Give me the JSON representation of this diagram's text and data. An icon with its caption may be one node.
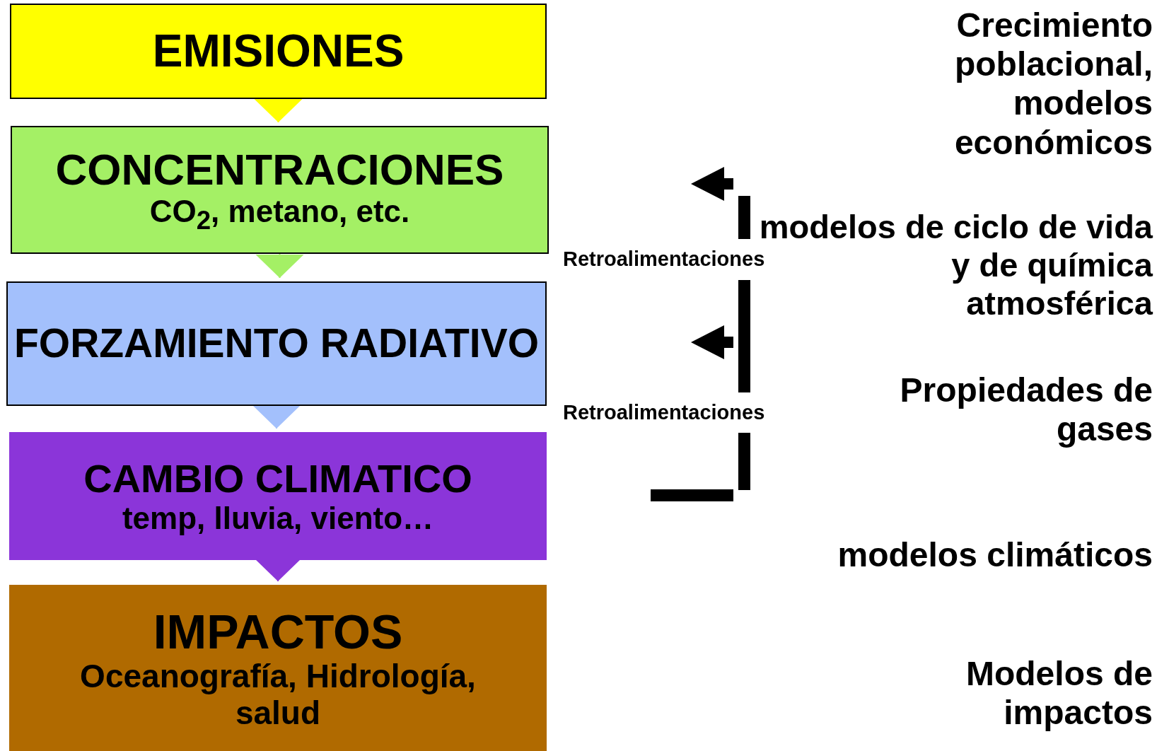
{
  "diagram": {
    "nodes": [
      {
        "text": [
          "EMISIONES"
        ]
      },
      {
        "text": [
          "CONCENTRACIONES",
          "CO$_{2}$, metano, etc."
        ]
      },
      {
        "text": [
          "FORZAMIENTO RADIATIVO"
        ]
      },
      {
        "text": [
          "CAMBIO CLIMATICO",
          "temp, lluvia, viento…"
        ]
      },
      {
        "text": [
          "IMPACTOS",
          "Oceanografía, Hidrología, salud"
        ]
      }
    ],
    "edges": [
      {
        "from": 0,
        "to": 1,
        "arrow": "to",
        "color": "#ffff00"
      },
      {
        "from": 1,
        "to": 2,
        "arrow": "to",
        "color": "#a4f065"
      },
      {
        "from": 2,
        "to": 3,
        "arrow": "to",
        "color": "#a3c0fc"
      },
      {
        "from": 3,
        "to": 4,
        "arrow": "to",
        "color": "#8b35d9"
      }
    ],
    "labels": [
      "Crecimiento poblacional, modelos económicos",
      "modelos de ciclo de vida y de química atmosférica",
      "Retroalimentaciones",
      "Propiedades de gases",
      "Retroalimentaciones",
      "modelos climáticos",
      "Modelos de impactos"
    ]
  }
}
